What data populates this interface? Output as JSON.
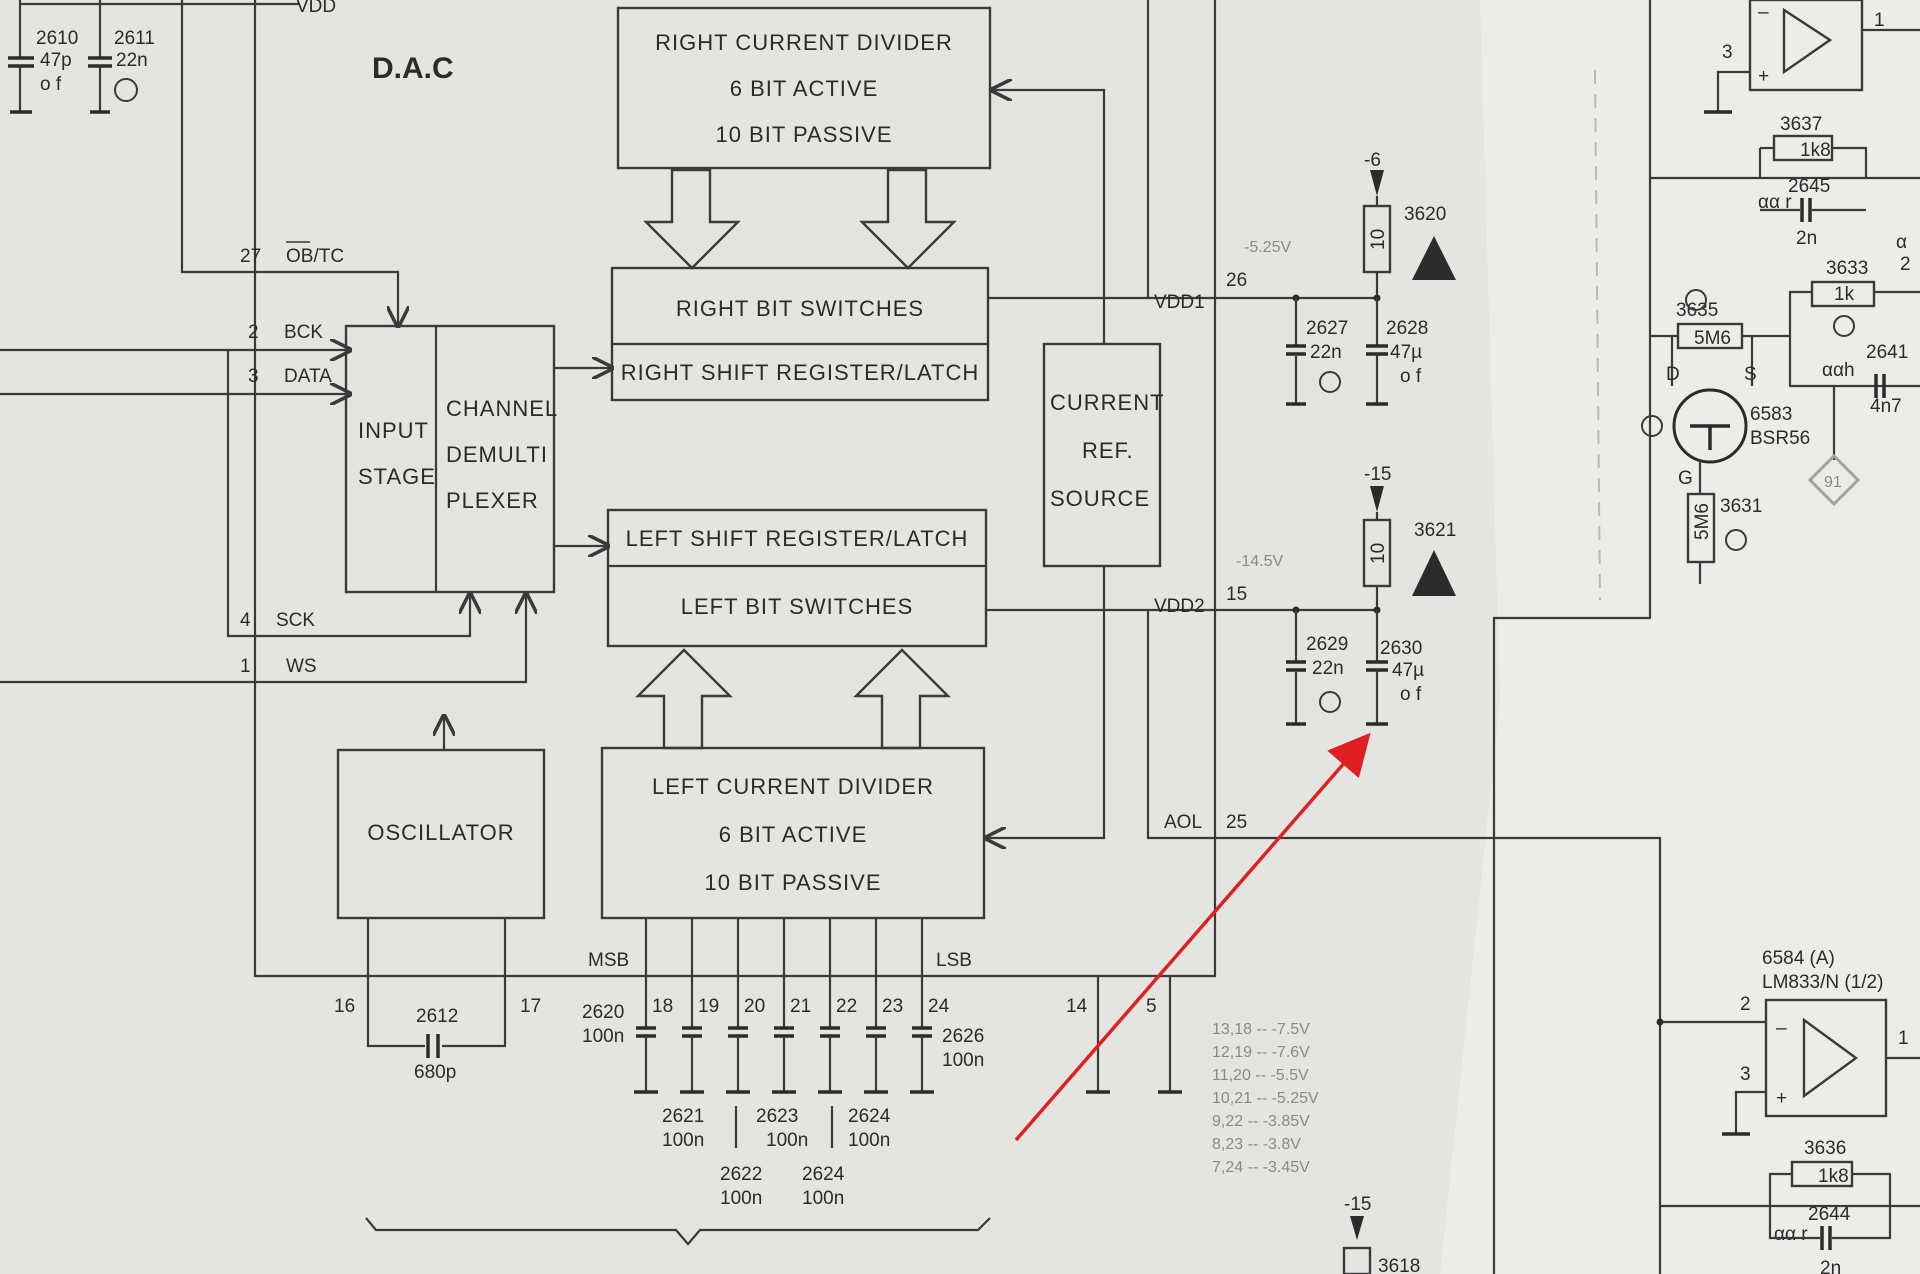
{
  "title": "D.A.C",
  "pins": {
    "vdd": "VDD",
    "ob_tc_num": "27",
    "ob_tc": "OB/TC",
    "bck_num": "2",
    "bck": "BCK",
    "data_num": "3",
    "data": "DATA",
    "sck_num": "4",
    "sck": "SCK",
    "ws_num": "1",
    "ws": "WS",
    "vdd1": "VDD1",
    "vdd1_num": "26",
    "vdd2": "VDD2",
    "vdd2_num": "15",
    "aol": "AOL",
    "aol_num": "25",
    "msb": "MSB",
    "lsb": "LSB",
    "p16": "16",
    "p17": "17",
    "p18": "18",
    "p19": "19",
    "p20": "20",
    "p21": "21",
    "p22": "22",
    "p23": "23",
    "p24": "24",
    "p14": "14",
    "p5": "5",
    "op_top_3": "3",
    "op_top_1": "1",
    "op_bot_2": "2",
    "op_bot_3": "3",
    "op_bot_1": "1",
    "fet_d": "D",
    "fet_s": "S",
    "fet_g": "G"
  },
  "blocks": {
    "right_div_1": "RIGHT CURRENT DIVIDER",
    "right_div_2": "6 BIT ACTIVE",
    "right_div_3": "10 BIT PASSIVE",
    "right_switches": "RIGHT BIT SWITCHES",
    "right_shift": "RIGHT SHIFT REGISTER/LATCH",
    "input_1": "INPUT",
    "input_2": "STAGE",
    "demux_1": "CHANNEL",
    "demux_2": "DEMULTI",
    "demux_3": "PLEXER",
    "curref_1": "CURRENT",
    "curref_2": "REF.",
    "curref_3": "SOURCE",
    "left_shift": "LEFT SHIFT REGISTER/LATCH",
    "left_switches": "LEFT BIT SWITCHES",
    "oscillator": "OSCILLATOR",
    "left_div_1": "LEFT CURRENT DIVIDER",
    "left_div_2": "6 BIT ACTIVE",
    "left_div_3": "10 BIT PASSIVE"
  },
  "components": {
    "c2610": "2610",
    "c2610_v": "47p",
    "c2610_m": "o f",
    "c2611": "2611",
    "c2611_v": "22n",
    "c2612": "2612",
    "c2612_v": "680p",
    "c2620": "2620",
    "c2620_v": "100n",
    "c2626": "2626",
    "c2626_v": "100n",
    "c2621": "2621",
    "c2621_v": "100n",
    "c2623": "2623",
    "c2623_v": "100n",
    "c2624a": "2624",
    "c2624a_v": "100n",
    "c2622": "2622",
    "c2622_v": "100n",
    "c2624b": "2624",
    "c2624b_v": "100n",
    "r3620": "3620",
    "r3620_v": "10",
    "r3621": "3621",
    "r3621_v": "10",
    "c2627": "2627",
    "c2627_v": "22n",
    "c2628": "2628",
    "c2628_v": "47µ",
    "c2628_m": "o f",
    "c2629": "2629",
    "c2629_v": "22n",
    "c2630": "2630",
    "c2630_v": "47µ",
    "c2630_m": "o f",
    "rail_m6": "-6",
    "rail_m15a": "-15",
    "rail_m15b": "-15",
    "v_525": "-5.25V",
    "v_145": "-14.5V",
    "r3637": "3637",
    "r3637_v": "1k8",
    "c2645": "2645",
    "c2645_v": "2n",
    "r3633": "3633",
    "r3633_v": "1k",
    "r3635": "3635",
    "r3635_v": "5M6",
    "c2641": "2641",
    "c2641_v": "4n7",
    "q6583": "6583",
    "q6583_t": "BSR56",
    "r3631": "3631",
    "r3631_v": "5M6",
    "tp91": "91",
    "ic6584": "6584   (A)",
    "ic6584_t": "LM833/N  (1/2)",
    "r3636": "3636",
    "r3636_v": "1k8",
    "c2644": "2644",
    "c2644_v": "2n",
    "r3618": "3618",
    "ann_af_h": "ααh",
    "ann_af_r1": "αα r",
    "ann_af_r2": "αα r",
    "edge_2": "2",
    "edge_a": "α"
  },
  "voltages": [
    "13,18 -- -7.5V",
    "12,19 -- -7.6V",
    "11,20 -- -5.5V",
    "10,21 -- -5.25V",
    "9,22 -- -3.85V",
    "8,23 -- -3.8V",
    "7,24 -- -3.45V"
  ],
  "annotation_color": "#e02020"
}
